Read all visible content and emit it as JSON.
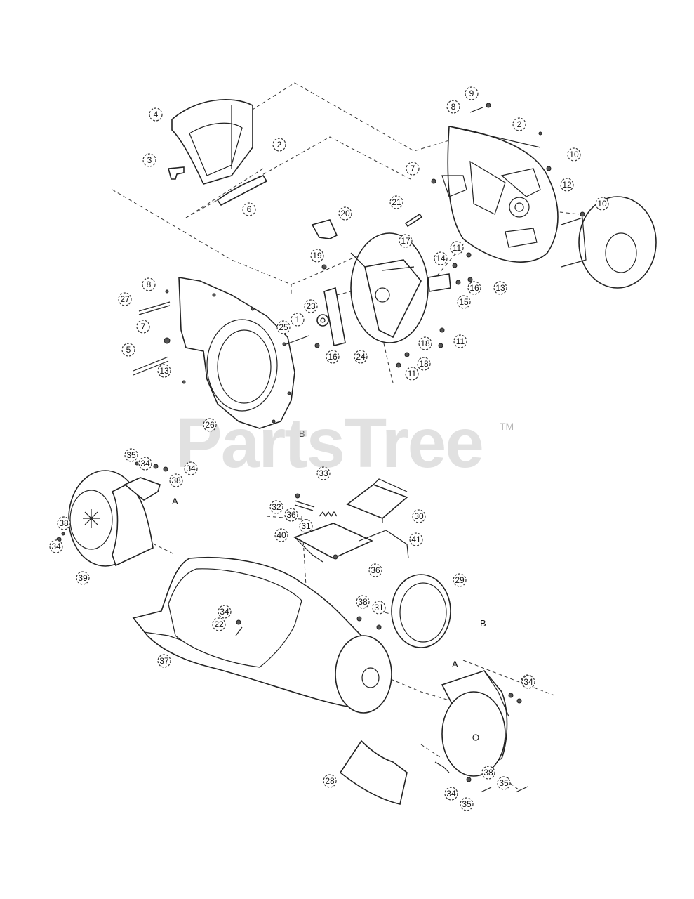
{
  "watermark": {
    "text": "PartsTree",
    "tm": "TM"
  },
  "ref_letters": [
    "B",
    "A",
    "B",
    "A"
  ],
  "callouts": [
    "9",
    "8",
    "2",
    "10",
    "12",
    "10",
    "7",
    "4",
    "2",
    "3",
    "6",
    "21",
    "20",
    "17",
    "19",
    "14",
    "11",
    "16",
    "13",
    "15",
    "8",
    "27",
    "7",
    "1",
    "25",
    "23",
    "5",
    "13",
    "16",
    "24",
    "18",
    "11",
    "18",
    "11",
    "26",
    "35",
    "34",
    "38",
    "34",
    "33",
    "32",
    "36",
    "31",
    "30",
    "38",
    "34",
    "39",
    "40",
    "41",
    "36",
    "29",
    "38",
    "31",
    "34",
    "22",
    "37",
    "34",
    "38",
    "34",
    "35",
    "28",
    "34",
    "35"
  ]
}
